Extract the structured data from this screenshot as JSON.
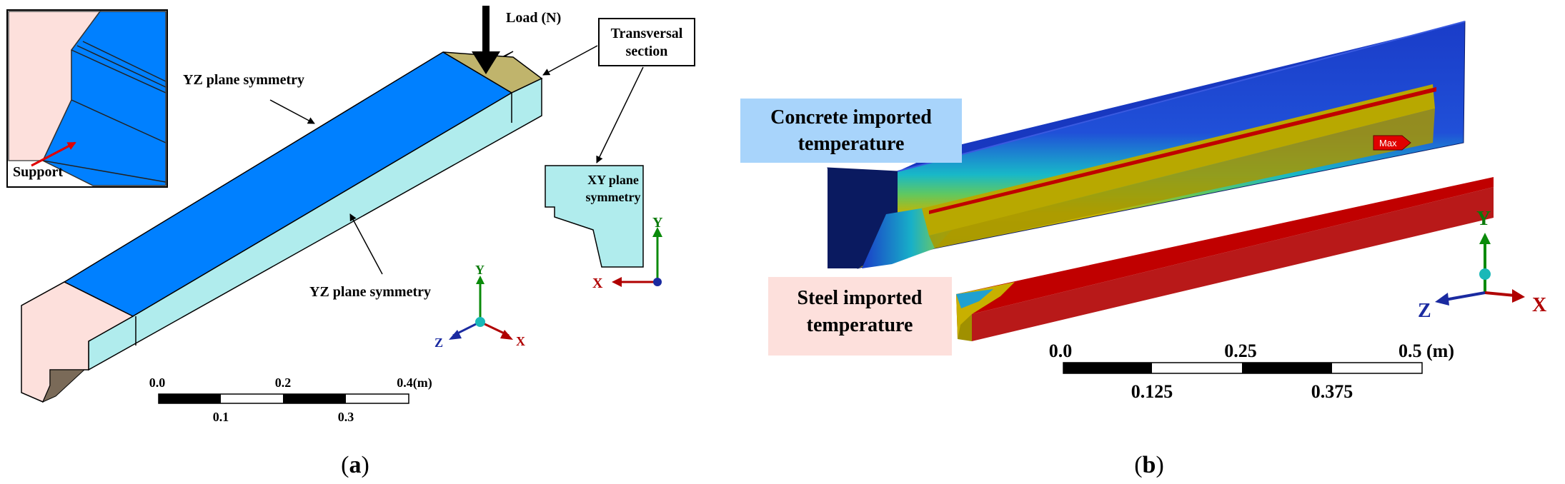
{
  "panel_a": {
    "caption": {
      "open": "(",
      "letter": "a",
      "close": ")"
    },
    "inset_label": "Support",
    "load_label": "Load (N)",
    "section_label": [
      "Transversal",
      "section"
    ],
    "yz_top_label": "YZ plane symmetry",
    "yz_side_label": "YZ plane symmetry",
    "xy_label": [
      "XY plane",
      "symmetry"
    ],
    "small_axes": {
      "y": "Y",
      "x": "X"
    },
    "triad": {
      "y": "Y",
      "z": "Z",
      "x": "X"
    },
    "scale": {
      "top": [
        "0.0",
        "0.2",
        "0.4(m)"
      ],
      "bottom": [
        "0.1",
        "0.3"
      ]
    },
    "colors": {
      "yz_top": "#0080ff",
      "yz_side": "#b0eced",
      "end_face": "#fde0dc",
      "load_pad": "#c0b46c",
      "support": "#7a6a58"
    }
  },
  "panel_b": {
    "caption": {
      "open": "(",
      "letter": "b",
      "close": ")"
    },
    "concrete_label": [
      "Concrete imported",
      "temperature"
    ],
    "steel_label": [
      "Steel imported",
      "temperature"
    ],
    "max_tag": "Max",
    "triad": {
      "y": "Y",
      "z": "Z",
      "x": "X"
    },
    "scale": {
      "top": [
        "0.0",
        "0.25",
        "0.5 (m)"
      ],
      "bottom": [
        "0.125",
        "0.375"
      ]
    },
    "colors": {
      "concrete_box": "#a8d4fb",
      "steel_box": "#fde0dc",
      "hot": "#c00000",
      "warm": "#bdb000",
      "cold": "#1030b0"
    }
  }
}
